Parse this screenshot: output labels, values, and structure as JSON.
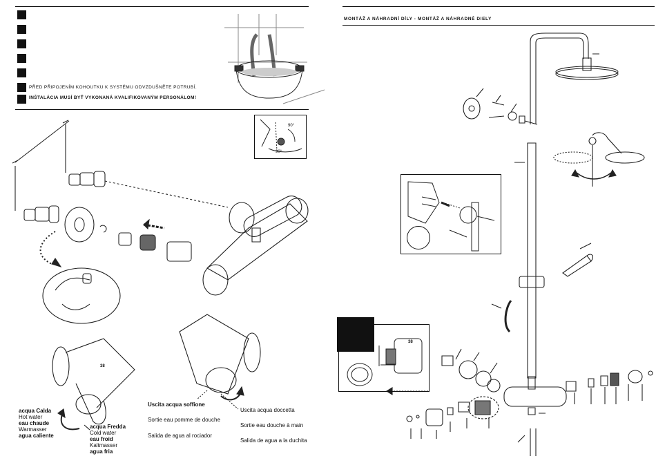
{
  "left_page": {
    "warnings": [
      "PŘED PŘIPOJENÍM KOHOUTKU K SYSTÉMU ODVZDUŠNĚTE POTRUBÍ.",
      "INŠTALÁCIA MUSÍ BYŤ VYKONANÁ KVALIFIKOVANÝM PERSONÁLOM!"
    ],
    "hot_water": [
      "acqua Calda",
      "Hot water",
      "eau chaude",
      "Warmasser",
      "agua caliente"
    ],
    "cold_water": [
      "acqua Fredda",
      "Cold water",
      "eau froid",
      "Kaltmasser",
      "agua fria"
    ],
    "head_outlet": [
      "Uscita acqua soffione",
      "Sortie eau pomme de douche",
      "Salida de agua al rociador"
    ],
    "hand_outlet": [
      "Uscita acqua doccetta",
      "Sortie eau douche à main",
      "Salida de agua a la duchita"
    ],
    "detail_angles": [
      "90°",
      "90°"
    ],
    "scale_number": "38"
  },
  "right_page": {
    "header": "MONTÁŽ A NÁHRADNÍ DÍLY - MONTÁŽ A NÁHRADNÉ DIELY",
    "detail_scale_number": "38"
  }
}
